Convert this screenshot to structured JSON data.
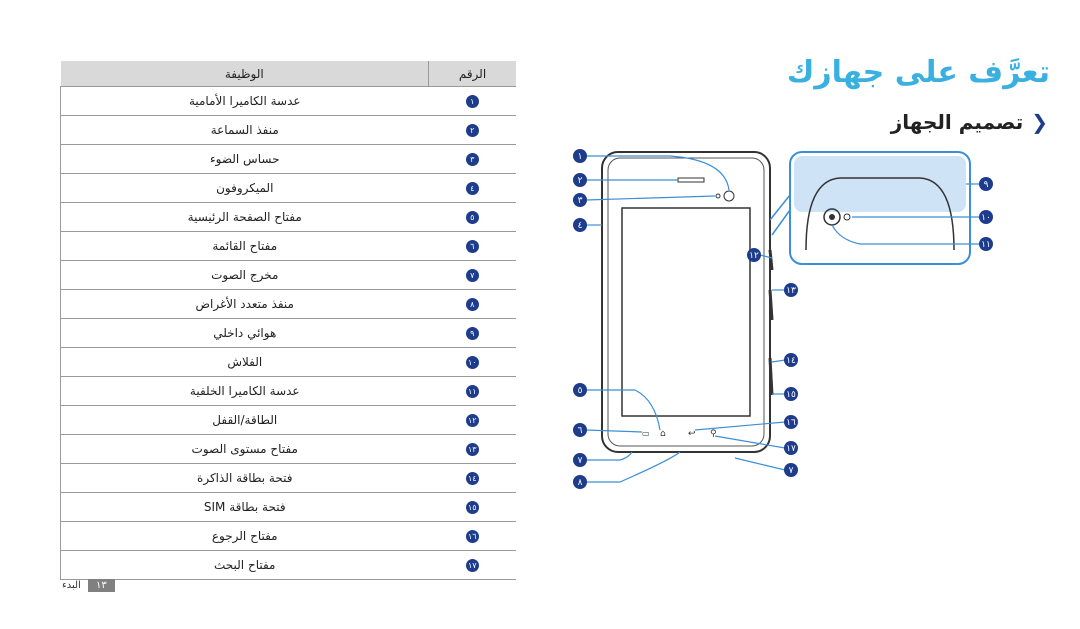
{
  "title": "تعرَّف على جهازك",
  "subheading": "تصميم الجهاز",
  "subheading_icon": "chevron-left-icon",
  "table": {
    "header_function": "الوظيفة",
    "header_number": "الرقم",
    "rows": [
      {
        "num": "١",
        "fn": "عدسة الكاميرا الأمامية"
      },
      {
        "num": "٢",
        "fn": "منفذ السماعة"
      },
      {
        "num": "٣",
        "fn": "حساس الضوء"
      },
      {
        "num": "٤",
        "fn": "الميكروفون"
      },
      {
        "num": "٥",
        "fn": "مفتاح الصفحة الرئيسية"
      },
      {
        "num": "٦",
        "fn": "مفتاح القائمة"
      },
      {
        "num": "٧",
        "fn": "مخرج الصوت"
      },
      {
        "num": "٨",
        "fn": "منفذ متعدد الأغراض"
      },
      {
        "num": "٩",
        "fn": "هوائي داخلي"
      },
      {
        "num": "١٠",
        "fn": "الفلاش"
      },
      {
        "num": "١١",
        "fn": "عدسة الكاميرا الخلفية"
      },
      {
        "num": "١٢",
        "fn": "الطاقة/القفل"
      },
      {
        "num": "١٣",
        "fn": "مفتاح مستوى الصوت"
      },
      {
        "num": "١٤",
        "fn": "فتحة بطاقة الذاكرة"
      },
      {
        "num": "١٥",
        "fn": "فتحة بطاقة SIM"
      },
      {
        "num": "١٦",
        "fn": "مفتاح الرجوع"
      },
      {
        "num": "١٧",
        "fn": "مفتاح البحث"
      }
    ]
  },
  "diagram_labels": [
    "١",
    "٢",
    "٣",
    "٤",
    "٥",
    "٦",
    "٧",
    "٨",
    "٩",
    "١٠",
    "١١",
    "١٢",
    "١٣",
    "١٤",
    "١٥",
    "١٦",
    "١٧",
    "٧"
  ],
  "footer": {
    "page_label": "البدء",
    "page_number": "١٣"
  },
  "colors": {
    "title": "#39b0e0",
    "badge": "#1e3c8c",
    "header_bg": "#d9d9d9"
  }
}
